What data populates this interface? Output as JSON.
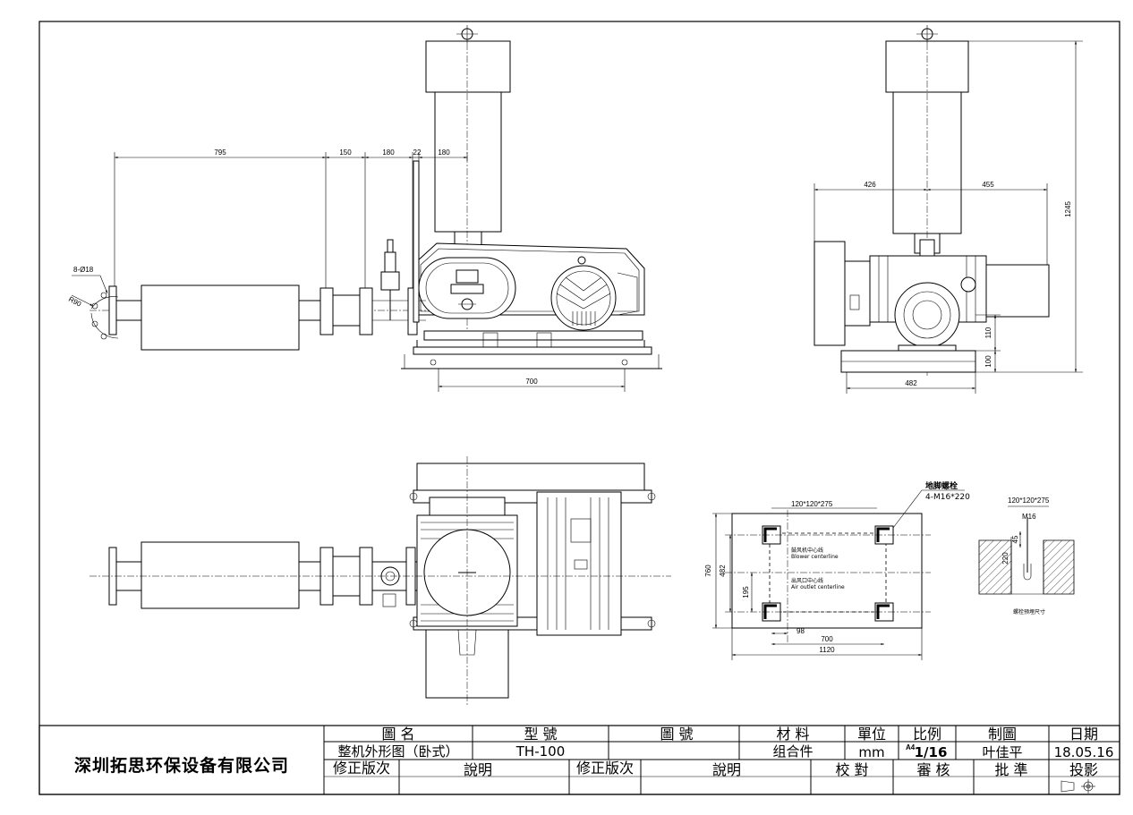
{
  "front_view": {
    "dims": {
      "d795": "795",
      "d150": "150",
      "d180a": "180",
      "d22": "22",
      "d180b": "180",
      "d700": "700",
      "flange_holes": "8-Ø18",
      "radius": "R90"
    }
  },
  "side_view": {
    "dims": {
      "d426": "426",
      "d455": "455",
      "d1245": "1245",
      "d110": "110",
      "d100": "100",
      "d482": "482"
    }
  },
  "foundation_plan": {
    "bolt_label": "地脚螺栓",
    "bolt_spec": "4-M16*220",
    "bolt_pattern": "120*120*275",
    "blower_center": "鼓风机中心线",
    "blower_center_en": "Blower centerline",
    "outlet_center": "出风口中心线",
    "outlet_center_en": "Air outlet centerline",
    "dims": {
      "d760": "760",
      "d482": "482",
      "d195": "195",
      "d98": "98",
      "d700": "700",
      "d1120": "1120"
    }
  },
  "bolt_detail": {
    "pattern": "120*120*275",
    "thread": "M16",
    "d45": "45",
    "d220": "220",
    "caption": "螺栓预埋尺寸"
  },
  "title_block": {
    "company": "深圳拓思环保设备有限公司",
    "headers": {
      "drawing_name": "圖  名",
      "model": "型  號",
      "drawing_no": "圖  號",
      "material": "材 料",
      "unit": "單位",
      "scale": "比例",
      "drawn": "制圖",
      "date": "日期"
    },
    "values": {
      "drawing_name": "整机外形图（卧式）",
      "model": "TH-100",
      "drawing_no": "",
      "material": "组合件",
      "unit": "mm",
      "paper": "A4",
      "scale": "1/16",
      "drawn": "叶佳平",
      "date": "18.05.16"
    },
    "revision_row": {
      "rev1": "修正版次",
      "desc1": "說明",
      "rev2": "修正版次",
      "desc2": "說明",
      "check": "校  對",
      "review": "審  核",
      "approve": "批  準",
      "projection": "投影"
    }
  }
}
